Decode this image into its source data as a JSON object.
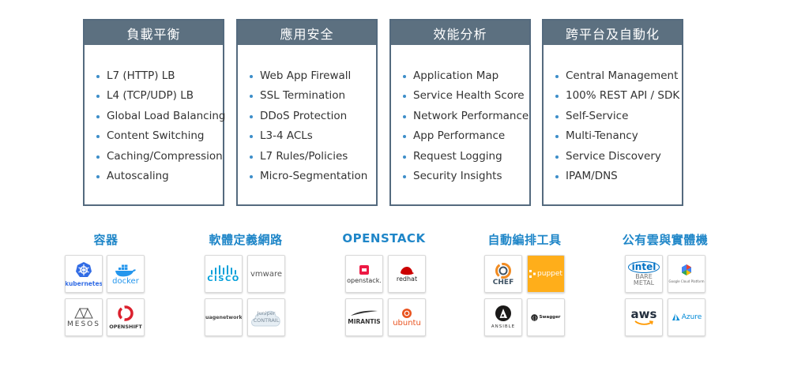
{
  "colors": {
    "card_border": "#546a7e",
    "card_header": "#5c7080",
    "bullet": "#3d8ec9",
    "category_title": "#1f86c8"
  },
  "cards": [
    {
      "title": "負載平衡",
      "items": [
        "L7 (HTTP) LB",
        "L4 (TCP/UDP) LB",
        "Global Load Balancing",
        "Content Switching",
        "Caching/Compression",
        "Autoscaling"
      ]
    },
    {
      "title": "應用安全",
      "items": [
        "Web App Firewall",
        "SSL Termination",
        "DDoS Protection",
        "L3-4 ACLs",
        "L7 Rules/Policies",
        "Micro-Segmentation"
      ]
    },
    {
      "title": "效能分析",
      "items": [
        "Application Map",
        "Service Health Score",
        "Network Performance",
        "App Performance",
        "Request Logging",
        "Security Insights"
      ]
    },
    {
      "title": "跨平台及自動化",
      "items": [
        "Central Management",
        "100% REST API / SDK",
        "Self-Service",
        "Multi-Tenancy",
        "Service Discovery",
        "IPAM/DNS"
      ]
    }
  ],
  "categories": [
    {
      "title": "容器",
      "logos": [
        {
          "name": "kubernetes",
          "text": "kubernetes",
          "icon": "helm-wheel-icon"
        },
        {
          "name": "docker",
          "text": "docker",
          "icon": "whale-icon"
        },
        {
          "name": "mesos",
          "text": "MESOS",
          "icon": "mesh-icon"
        },
        {
          "name": "openshift",
          "text": "OPENSHIFT",
          "icon": "openshift-ring-icon"
        }
      ]
    },
    {
      "title": "軟體定義網路",
      "logos": [
        {
          "name": "cisco",
          "text": "CISCO",
          "icon": "cisco-bars-icon"
        },
        {
          "name": "vmware",
          "text": "vmware",
          "icon": ""
        },
        {
          "name": "nuagenetworks",
          "text": "nuagenetworks",
          "icon": ""
        },
        {
          "name": "juniper-contrail",
          "text": "Juniper CONTRAIL",
          "icon": "cloud-icon"
        }
      ]
    },
    {
      "title": "OPENSTACK",
      "logos": [
        {
          "name": "openstack",
          "text": "openstack.",
          "icon": "openstack-square-icon"
        },
        {
          "name": "redhat",
          "text": "redhat",
          "icon": "redhat-hat-icon"
        },
        {
          "name": "mirantis",
          "text": "MIRANTIS",
          "icon": "swoosh-icon"
        },
        {
          "name": "ubuntu",
          "text": "ubuntu",
          "icon": "ubuntu-circle-icon"
        }
      ]
    },
    {
      "title": "自動編排工具",
      "logos": [
        {
          "name": "chef",
          "text": "CHEF",
          "icon": "chef-ring-icon"
        },
        {
          "name": "puppet",
          "text": "puppet",
          "icon": "puppet-mark-icon"
        },
        {
          "name": "ansible",
          "text": "ANSIBLE",
          "icon": "ansible-a-icon"
        },
        {
          "name": "swagger",
          "text": "Swagger",
          "icon": "swagger-circle-icon"
        }
      ]
    },
    {
      "title": "公有雲與實體機",
      "logos": [
        {
          "name": "intel-bare-metal",
          "text": "intel",
          "subtext": "BARE METAL",
          "icon": ""
        },
        {
          "name": "google-cloud",
          "text": "Google Cloud Platform",
          "icon": "gcp-hex-icon"
        },
        {
          "name": "aws",
          "text": "aws",
          "icon": "smile-arrow-icon"
        },
        {
          "name": "azure",
          "text": "Azure",
          "icon": "azure-a-icon"
        }
      ]
    }
  ]
}
